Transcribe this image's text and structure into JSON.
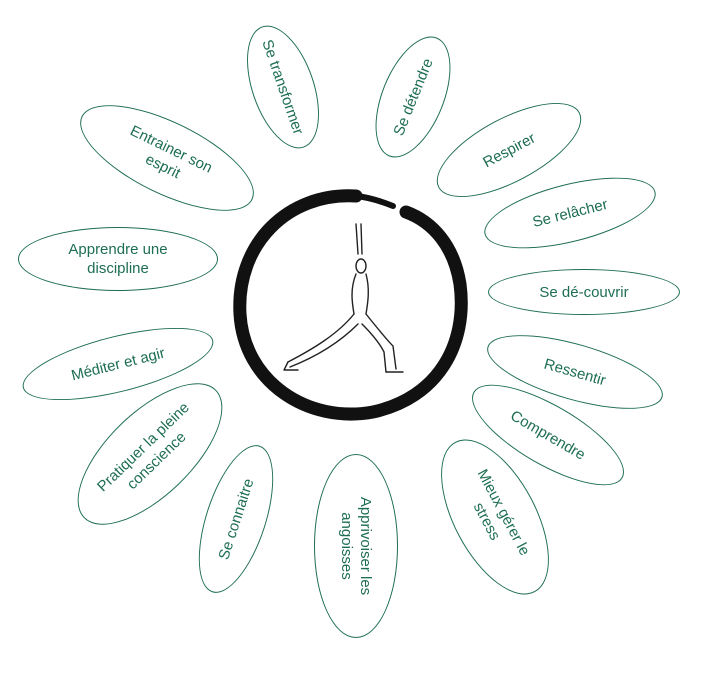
{
  "colors": {
    "accent": "#1e6e52",
    "ring": "#111111",
    "figure": "#222222"
  },
  "center": {
    "figure": "yoga-warrior-pose",
    "ring": "enso-circle"
  },
  "petals": [
    {
      "id": "se-transformer",
      "label": "Se transformer"
    },
    {
      "id": "se-detendre",
      "label": "Se détendre"
    },
    {
      "id": "respirer",
      "label": "Respirer"
    },
    {
      "id": "se-relacher",
      "label": "Se relâcher"
    },
    {
      "id": "se-decouvrir",
      "label": "Se dé-couvrir"
    },
    {
      "id": "ressentir",
      "label": "Ressentir"
    },
    {
      "id": "comprendre",
      "label": "Comprendre"
    },
    {
      "id": "mieux-gerer",
      "label": "Mieux gérer le\nstress"
    },
    {
      "id": "apprivoiser",
      "label": "Apprivoiser les\nangoisses"
    },
    {
      "id": "se-connaitre",
      "label": "Se connaitre"
    },
    {
      "id": "pleine-conscience",
      "label": "Pratiquer la pleine\nconscience"
    },
    {
      "id": "mediter-agir",
      "label": "Méditer et agir"
    },
    {
      "id": "apprendre-discipline",
      "label": "Apprendre une\ndiscipline"
    },
    {
      "id": "entrainer-esprit",
      "label": "Entrainer son\nesprit"
    }
  ]
}
